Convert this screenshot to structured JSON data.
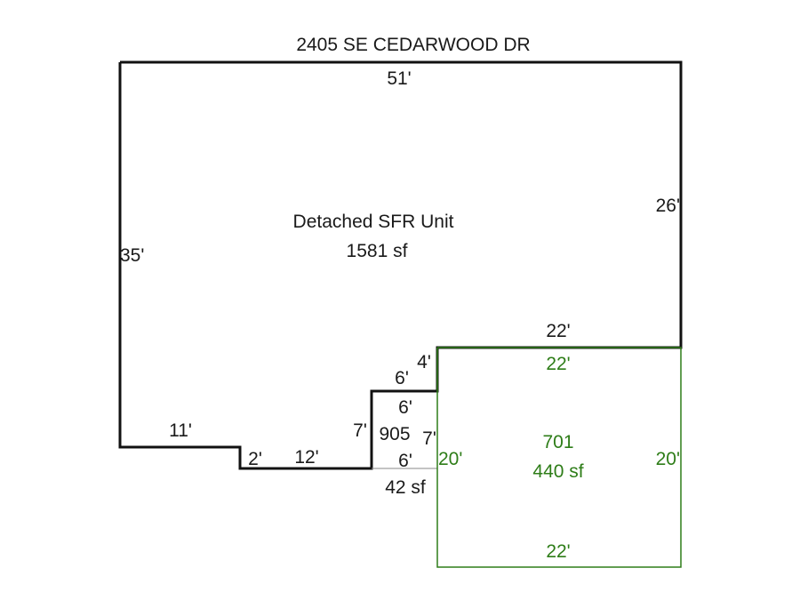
{
  "address": "2405 SE CEDARWOOD DR",
  "colors": {
    "main_outline": "#111111",
    "garage_outline": "#2e7d18",
    "thin_outline": "#888888",
    "text": "#1a1a1a",
    "garage_text": "#2e7d18"
  },
  "main": {
    "name": "Detached SFR Unit",
    "area": "1581 sf",
    "dims": {
      "top": "51'",
      "left": "35'",
      "right": "26'",
      "inner_top": "22'",
      "step_vertical": "4'",
      "step_horizontal": "6'",
      "bottom_left": "11'",
      "notch": "2'",
      "bottom_mid": "12'",
      "inner_left": "7'"
    }
  },
  "porch": {
    "code": "905",
    "area": "42 sf",
    "dims": {
      "top": "6'",
      "right": "7'",
      "bottom": "6'"
    }
  },
  "garage": {
    "code": "701",
    "area": "440 sf",
    "dims": {
      "top": "22'",
      "left": "20'",
      "right": "20'",
      "bottom": "22'"
    }
  }
}
